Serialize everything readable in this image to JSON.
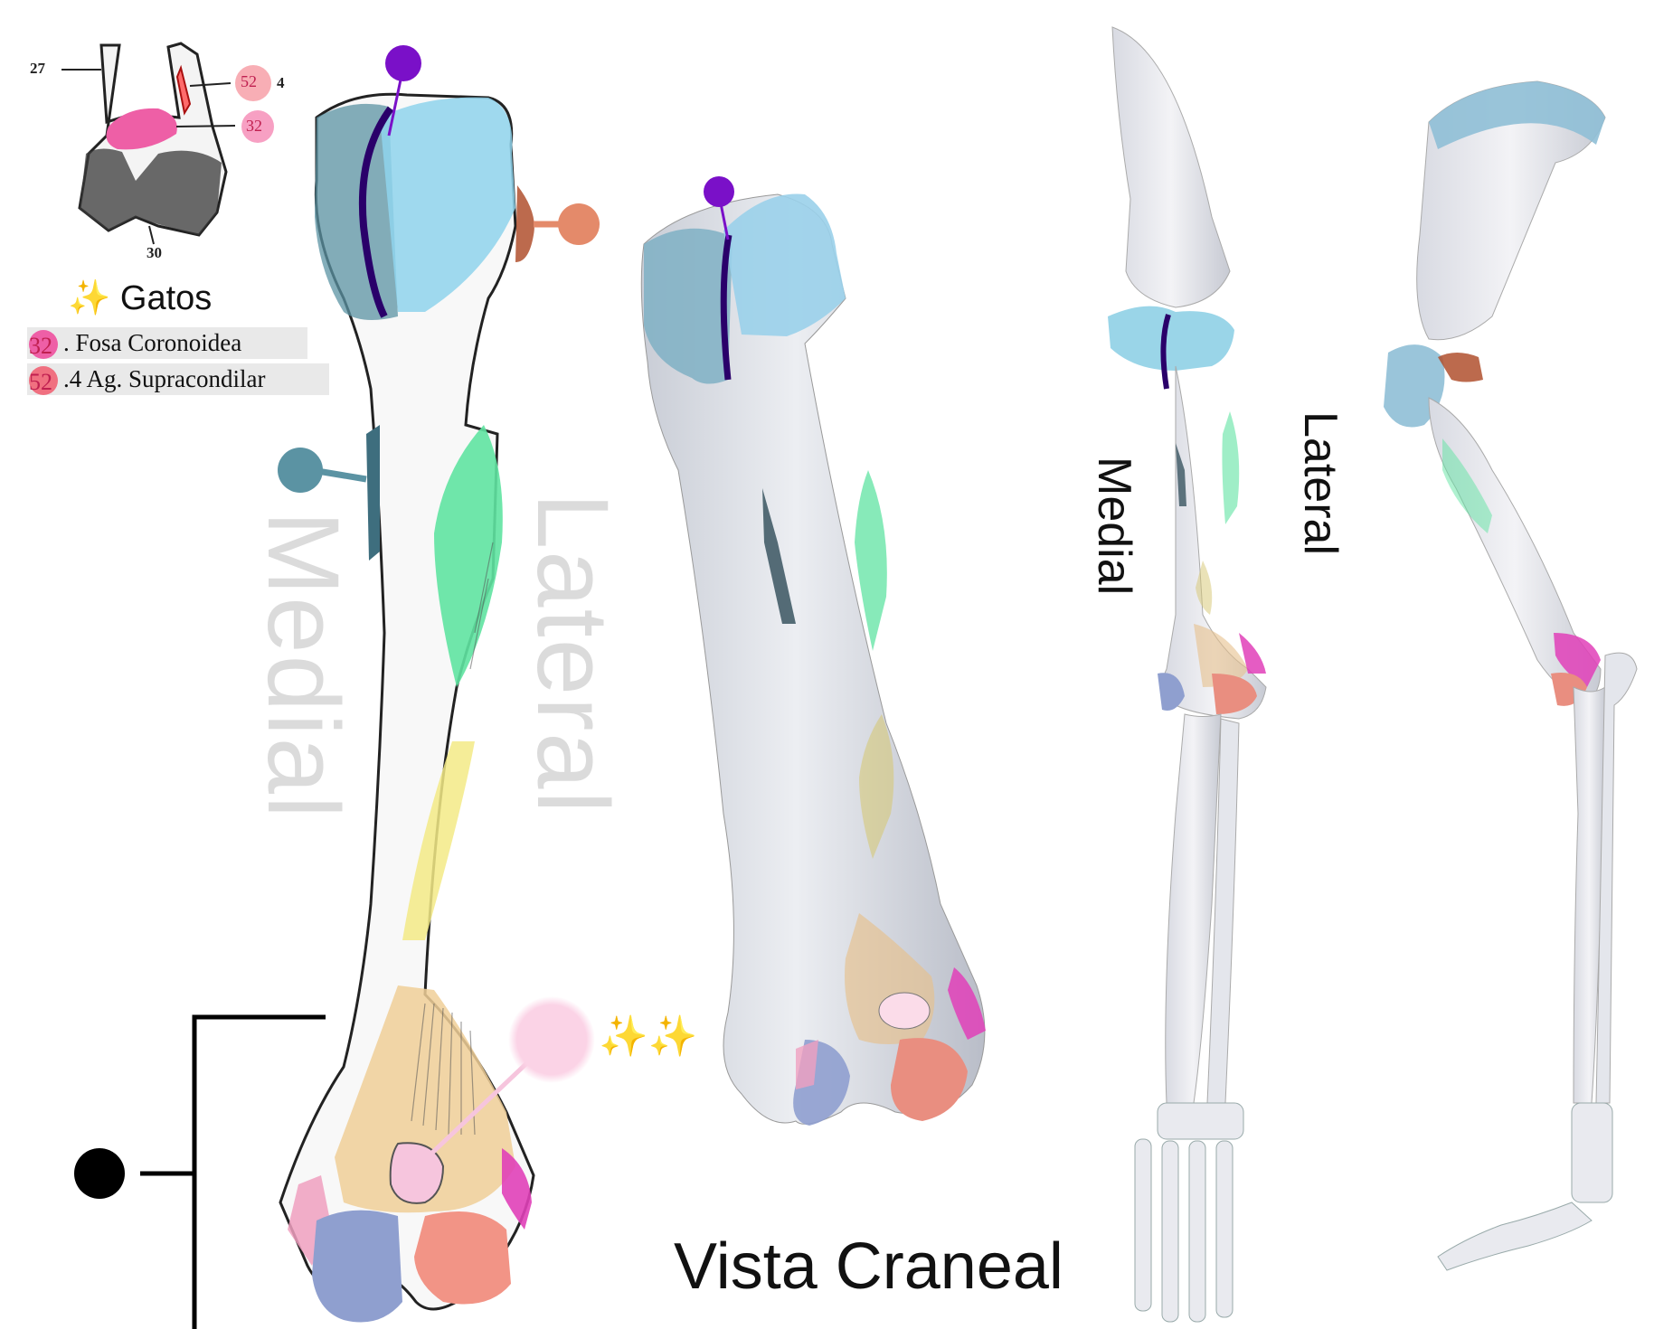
{
  "inset": {
    "callouts": [
      "27",
      "30",
      "52",
      "4",
      "32"
    ],
    "legend_title_icon": "sparkles-icon",
    "legend_title": "Gatos",
    "legend": [
      {
        "num": "32",
        "text": ". Fosa Coronoidea",
        "color": "#ee5fa6"
      },
      {
        "num": "52",
        "text": ".4 Ag. Supracondilar",
        "color": "#f07080"
      }
    ]
  },
  "labels": {
    "medial": "Medial",
    "lateral": "Lateral",
    "title": "Vista Craneal",
    "sparkles": "✨✨"
  },
  "colors": {
    "light_blue": "#8fd3ec",
    "teal": "#5b93a3",
    "purple": "#7a10c8",
    "salmon": "#e48a6a",
    "green": "#5fe3a1",
    "yellow": "#f3ea86",
    "tan": "#f0cf98",
    "pink": "#f6c5dd",
    "magenta": "#e040b8",
    "slate_blue": "#8f9fcf",
    "coral": "#f29486",
    "black": "#000000"
  }
}
